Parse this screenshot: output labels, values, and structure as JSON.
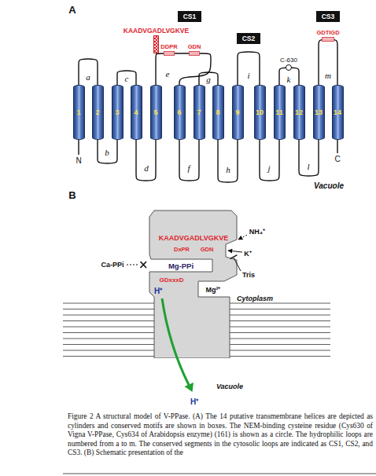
{
  "diagram": {
    "caption": "Figure 2 A structural model of V-PPase. (A) The 14 putative transmembrane helices are depicted as cylinders and conserved motifs are shown in boxes. The NEM-binding cysteine residue (Cys630 of Vigna V-PPase, Cys634 of Arabidopsis enzyme) (161) is shown as a circle. The hydrophilic loops are numbered from a to m. The conserved segments in the cytosolic loops are indicated as CS1, CS2, and CS3. (B) Schematic presentation of the",
    "nodes": [
      {
        "text": [
          "CS1"
        ]
      },
      {
        "text": [
          "CS2"
        ]
      },
      {
        "text": [
          "CS3"
        ]
      },
      {
        "text": [
          "KAADVGADLVGKVE"
        ]
      },
      {
        "text": [
          "DDPR"
        ]
      },
      {
        "text": [
          "GDN"
        ]
      },
      {
        "text": [
          "C-630"
        ]
      },
      {
        "text": [
          "GDTIGD"
        ]
      },
      {
        "text": [
          "1"
        ]
      },
      {
        "text": [
          "2"
        ]
      },
      {
        "text": [
          "3"
        ]
      },
      {
        "text": [
          "4"
        ]
      },
      {
        "text": [
          "5"
        ]
      },
      {
        "text": [
          "6"
        ]
      },
      {
        "text": [
          "7"
        ]
      },
      {
        "text": [
          "8"
        ]
      },
      {
        "text": [
          "9"
        ]
      },
      {
        "text": [
          "10"
        ]
      },
      {
        "text": [
          "11"
        ]
      },
      {
        "text": [
          "12"
        ]
      },
      {
        "text": [
          "13"
        ]
      },
      {
        "text": [
          "14"
        ]
      },
      {
        "text": [
          "KAADVGADLVGKVE",
          "DxPR",
          "GDN",
          "Mg-PPi",
          "GDxxxD",
          "H⁺",
          "Mg²⁺"
        ]
      }
    ],
    "edges": [
      {
        "from": 8,
        "to": 9,
        "arrow": "none",
        "label": "a"
      },
      {
        "from": 9,
        "to": 10,
        "arrow": "none",
        "label": "b"
      },
      {
        "from": 10,
        "to": 11,
        "arrow": "none",
        "label": "c"
      },
      {
        "from": 11,
        "to": 12,
        "arrow": "none",
        "label": "d"
      },
      {
        "from": 12,
        "to": 13,
        "arrow": "none",
        "label": "e"
      },
      {
        "from": 13,
        "to": 14,
        "arrow": "none",
        "label": "f"
      },
      {
        "from": 14,
        "to": 15,
        "arrow": "none",
        "label": "g"
      },
      {
        "from": 15,
        "to": 16,
        "arrow": "none",
        "label": "h"
      },
      {
        "from": 16,
        "to": 17,
        "arrow": "none",
        "label": "i"
      },
      {
        "from": 17,
        "to": 18,
        "arrow": "none",
        "label": "j"
      },
      {
        "from": 18,
        "to": 19,
        "arrow": "none",
        "label": "k"
      },
      {
        "from": 19,
        "to": 20,
        "arrow": "none",
        "label": "l"
      },
      {
        "from": 20,
        "to": 21,
        "arrow": "none",
        "label": "m"
      }
    ],
    "labels": [
      "A",
      "N",
      "C",
      "Vacuole",
      "B",
      "Ca-PPi",
      "NH₄⁺",
      "K⁺",
      "Tris",
      "Cytoplasm",
      "Vacuole",
      "H⁺"
    ]
  }
}
